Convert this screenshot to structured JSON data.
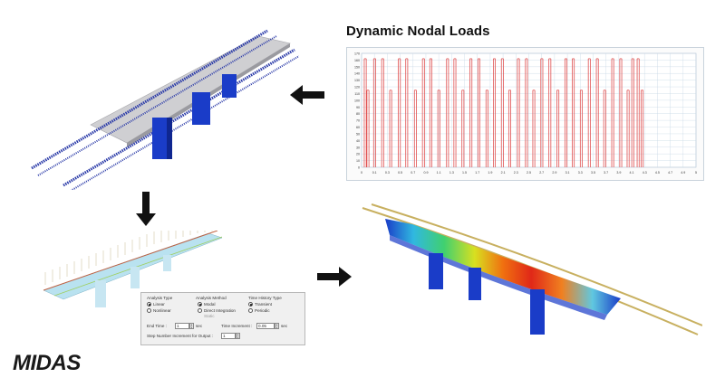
{
  "title": "Dynamic Nodal Loads",
  "logo": {
    "text": "MIDAS"
  },
  "chart_data": {
    "type": "line",
    "title": "Dynamic Nodal Loads",
    "series_color": "#e05050",
    "ylim": [
      0,
      170
    ],
    "y_ticks": [
      "170",
      "160",
      "150",
      "140",
      "130",
      "120",
      "110",
      "100",
      "90",
      "80",
      "70",
      "60",
      "50",
      "40",
      "30",
      "20",
      "10",
      "0"
    ],
    "x_ticks": [
      "0",
      "0.1",
      "0.3",
      "0.5",
      "0.7",
      "0.9",
      "1.1",
      "1.3",
      "1.5",
      "1.7",
      "1.9",
      "2.1",
      "2.3",
      "2.5",
      "2.7",
      "2.9",
      "3.1",
      "3.3",
      "3.5",
      "3.7",
      "3.9",
      "4.1",
      "4.3",
      "4.5",
      "4.7",
      "4.9",
      "5"
    ],
    "xlim": [
      0,
      5
    ],
    "pulses": [
      0.04,
      0.08,
      0.18,
      0.3,
      0.42,
      0.55,
      0.66,
      0.79,
      0.91,
      1.02,
      1.14,
      1.27,
      1.38,
      1.5,
      1.62,
      1.74,
      1.86,
      1.97,
      2.09,
      2.2,
      2.33,
      2.45,
      2.56,
      2.68,
      2.8,
      2.92,
      3.04,
      3.15,
      3.27,
      3.39,
      3.51,
      3.62,
      3.74,
      3.86,
      3.97,
      4.04,
      4.12,
      4.18
    ],
    "pulse_values": [
      162,
      115
    ]
  },
  "dialog": {
    "analysis_type": {
      "label": "Analysis Type",
      "options": [
        "Linear",
        "Nonlinear"
      ],
      "selected": "Linear"
    },
    "analysis_method": {
      "label": "Analysis Method",
      "options": [
        "Modal",
        "Direct Integration",
        "Static"
      ],
      "selected": "Modal"
    },
    "time_history_type": {
      "label": "Time History Type",
      "options": [
        "Transient",
        "Periodic"
      ],
      "selected": "Transient"
    },
    "end_time": {
      "label": "End Time :",
      "value": "1",
      "unit": "sec"
    },
    "time_increment": {
      "label": "Time Increment :",
      "value": "0.05",
      "unit": "sec"
    },
    "step_number": {
      "label": "Step Number Increment for Output :",
      "value": "1"
    }
  },
  "colors": {
    "bridge_blue": "#1a3cc8",
    "deck_grey": "#c8c8c8",
    "arrow": "#111111"
  }
}
